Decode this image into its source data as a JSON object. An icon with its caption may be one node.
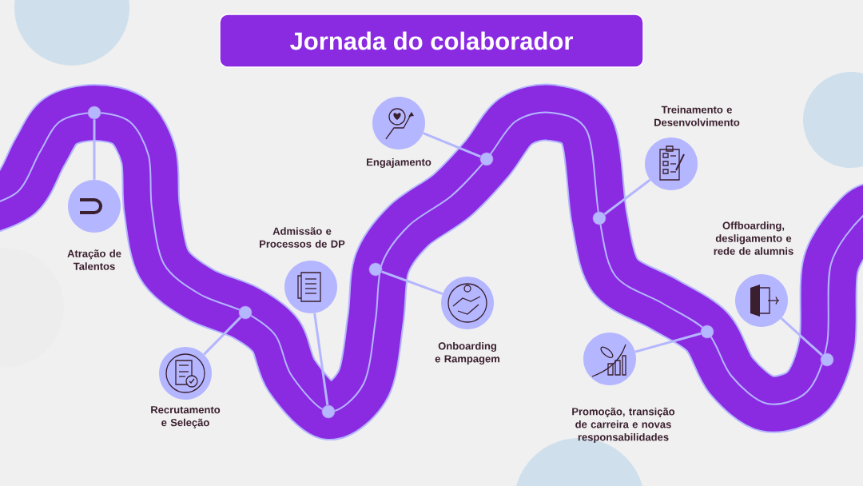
{
  "diagram": {
    "title": "Jornada do colaborador",
    "nodes": [
      {
        "text": [
          "Atração de Talentos"
        ]
      },
      {
        "text": [
          "Recrutamento e Seleção"
        ]
      },
      {
        "text": [
          "Admissão e Processos de DP"
        ]
      },
      {
        "text": [
          "Onboarding e Rampagem"
        ]
      },
      {
        "text": [
          "Engajamento"
        ]
      },
      {
        "text": [
          "Treinamento e Desenvolvimento"
        ]
      },
      {
        "text": [
          "Promoção, transição de carreira e novas responsabilidades"
        ]
      },
      {
        "text": [
          "Offboarding, desligamento e rede de alumnis"
        ]
      },
      {
        "text": [],
        "shape": "circle"
      },
      {
        "text": [],
        "shape": "circle"
      },
      {
        "text": [],
        "shape": "circle"
      },
      {
        "text": [],
        "shape": "circle"
      },
      {
        "text": [],
        "shape": "circle"
      },
      {
        "text": [],
        "shape": "circle"
      },
      {
        "text": [],
        "shape": "circle"
      },
      {
        "text": [],
        "shape": "circle"
      }
    ],
    "edges": [
      {
        "from": 0,
        "to": 8,
        "arrow": "none"
      },
      {
        "from": 1,
        "to": 9,
        "arrow": "none"
      },
      {
        "from": 2,
        "to": 10,
        "arrow": "none"
      },
      {
        "from": 3,
        "to": 11,
        "arrow": "none"
      },
      {
        "from": 4,
        "to": 12,
        "arrow": "none"
      },
      {
        "from": 5,
        "to": 13,
        "arrow": "none"
      },
      {
        "from": 6,
        "to": 14,
        "arrow": "none"
      },
      {
        "from": 7,
        "to": 15,
        "arrow": "none"
      }
    ]
  }
}
